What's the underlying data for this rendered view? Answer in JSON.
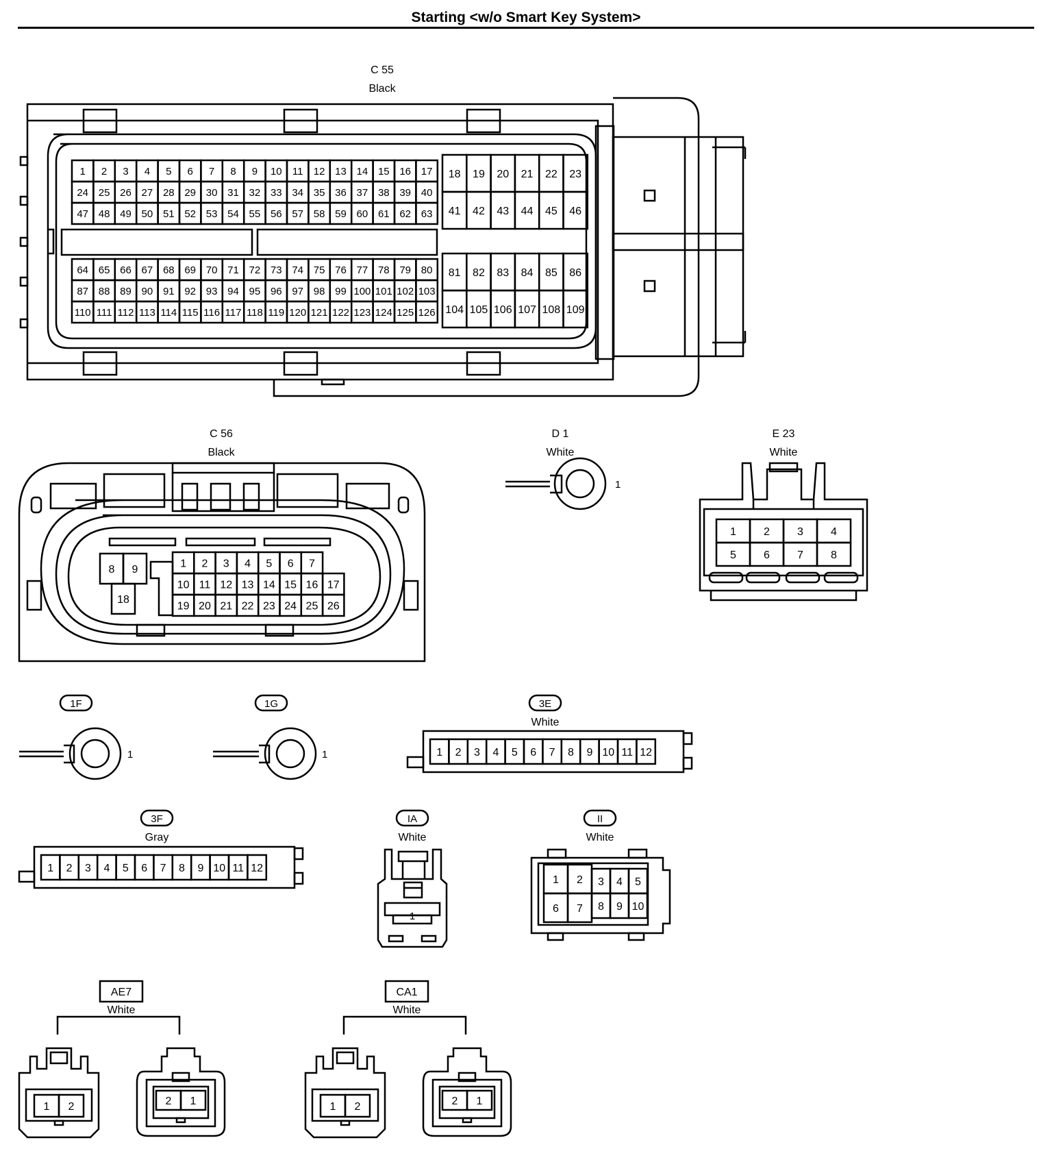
{
  "title": "Starting <w/o Smart Key System>",
  "connectors": {
    "c55": {
      "code": "C 55",
      "color": "Black",
      "pins_a": [
        [
          "1",
          "2",
          "3",
          "4",
          "5",
          "6",
          "7",
          "8",
          "9",
          "10",
          "11",
          "12",
          "13",
          "14",
          "15",
          "16",
          "17"
        ],
        [
          "24",
          "25",
          "26",
          "27",
          "28",
          "29",
          "30",
          "31",
          "32",
          "33",
          "34",
          "35",
          "36",
          "37",
          "38",
          "39",
          "40"
        ],
        [
          "47",
          "48",
          "49",
          "50",
          "51",
          "52",
          "53",
          "54",
          "55",
          "56",
          "57",
          "58",
          "59",
          "60",
          "61",
          "62",
          "63"
        ]
      ],
      "pins_b": [
        [
          "18",
          "19",
          "20",
          "21",
          "22",
          "23"
        ],
        [
          "41",
          "42",
          "43",
          "44",
          "45",
          "46"
        ]
      ],
      "pins_c": [
        [
          "64",
          "65",
          "66",
          "67",
          "68",
          "69",
          "70",
          "71",
          "72",
          "73",
          "74",
          "75",
          "76",
          "77",
          "78",
          "79",
          "80"
        ],
        [
          "87",
          "88",
          "89",
          "90",
          "91",
          "92",
          "93",
          "94",
          "95",
          "96",
          "97",
          "98",
          "99",
          "100",
          "101",
          "102",
          "103"
        ],
        [
          "110",
          "111",
          "112",
          "113",
          "114",
          "115",
          "116",
          "117",
          "118",
          "119",
          "120",
          "121",
          "122",
          "123",
          "124",
          "125",
          "126"
        ]
      ],
      "pins_d": [
        [
          "81",
          "82",
          "83",
          "84",
          "85",
          "86"
        ],
        [
          "104",
          "105",
          "106",
          "107",
          "108",
          "109"
        ]
      ]
    },
    "c56": {
      "code": "C 56",
      "color": "Black",
      "pins_left": [
        "8",
        "9",
        "18"
      ],
      "pins_main": [
        [
          "1",
          "2",
          "3",
          "4",
          "5",
          "6",
          "7"
        ],
        [
          "10",
          "11",
          "12",
          "13",
          "14",
          "15",
          "16",
          "17"
        ],
        [
          "19",
          "20",
          "21",
          "22",
          "23",
          "24",
          "25",
          "26"
        ]
      ]
    },
    "d1": {
      "code": "D 1",
      "color": "White",
      "pin": "1"
    },
    "e23": {
      "code": "E 23",
      "color": "White",
      "pins": [
        [
          "1",
          "2",
          "3",
          "4"
        ],
        [
          "5",
          "6",
          "7",
          "8"
        ]
      ]
    },
    "f1": {
      "code": "1F",
      "pin": "1"
    },
    "g1": {
      "code": "1G",
      "pin": "1"
    },
    "e3": {
      "code": "3E",
      "color": "White",
      "pins": [
        "1",
        "2",
        "3",
        "4",
        "5",
        "6",
        "7",
        "8",
        "9",
        "10",
        "11",
        "12"
      ]
    },
    "f3": {
      "code": "3F",
      "color": "Gray",
      "pins": [
        "1",
        "2",
        "3",
        "4",
        "5",
        "6",
        "7",
        "8",
        "9",
        "10",
        "11",
        "12"
      ]
    },
    "ia": {
      "code": "IA",
      "color": "White",
      "pin": "1"
    },
    "ii": {
      "code": "II",
      "color": "White",
      "pins": [
        "1",
        "2",
        "3",
        "4",
        "5",
        "6",
        "7",
        "8",
        "9",
        "10"
      ]
    },
    "ae7": {
      "code": "AE7",
      "color": "White",
      "left_pins": [
        "1",
        "2"
      ],
      "right_pins": [
        "2",
        "1"
      ]
    },
    "ca1": {
      "code": "CA1",
      "color": "White",
      "left_pins": [
        "1",
        "2"
      ],
      "right_pins": [
        "2",
        "1"
      ]
    }
  }
}
